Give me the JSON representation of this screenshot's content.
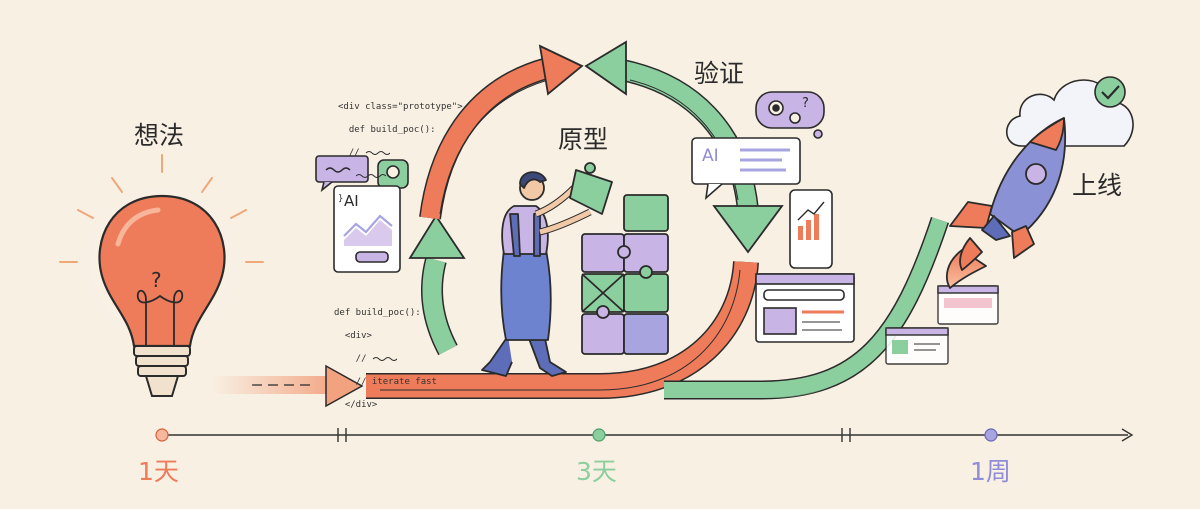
{
  "stages": {
    "idea": "想法",
    "prototype": "原型",
    "validate": "验证",
    "launch": "上线"
  },
  "timeline": {
    "day1": "1天",
    "day3": "3天",
    "week1": "1周"
  },
  "code_top": {
    "line1": "<div class=\"prototype\">",
    "line2": "  def build_poc():",
    "line3": "  //",
    "line4": "}"
  },
  "code_bottom": {
    "line1": "def build_poc():",
    "line2": "  <div>",
    "line3": "    //",
    "line4": "    // iterate fast",
    "line5": "  </div>"
  },
  "cards": {
    "ai_card_left": "AI",
    "ai_bubble_right": "AI",
    "question_mark": "?"
  },
  "colors": {
    "orange": "#ee7b5a",
    "green": "#8ccf9e",
    "purple": "#a7a4df",
    "background": "#f8f0e3",
    "ink": "#2b2b2b"
  }
}
